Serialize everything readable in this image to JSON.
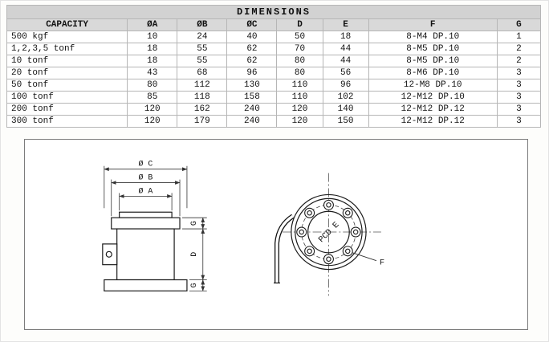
{
  "table": {
    "title": "DIMENSIONS",
    "columns": [
      "CAPACITY",
      "ØA",
      "ØB",
      "ØC",
      "D",
      "E",
      "F",
      "G"
    ],
    "rows": [
      [
        "500 kgf",
        "10",
        "24",
        "40",
        "50",
        "18",
        "8-M4 DP.10",
        "1"
      ],
      [
        "1,2,3,5 tonf",
        "18",
        "55",
        "62",
        "70",
        "44",
        "8-M5 DP.10",
        "2"
      ],
      [
        "10 tonf",
        "18",
        "55",
        "62",
        "80",
        "44",
        "8-M5 DP.10",
        "2"
      ],
      [
        "20 tonf",
        "43",
        "68",
        "96",
        "80",
        "56",
        "8-M6 DP.10",
        "3"
      ],
      [
        "50 tonf",
        "80",
        "112",
        "130",
        "110",
        "96",
        "12-M8 DP.10",
        "3"
      ],
      [
        "100 tonf",
        "85",
        "118",
        "158",
        "110",
        "102",
        "12-M12 DP.10",
        "3"
      ],
      [
        "200 tonf",
        "120",
        "162",
        "240",
        "120",
        "140",
        "12-M12 DP.12",
        "3"
      ],
      [
        "300 tonf",
        "120",
        "179",
        "240",
        "120",
        "150",
        "12-M12 DP.12",
        "3"
      ]
    ]
  },
  "drawing": {
    "labels": {
      "dia_c": "Ø C",
      "dia_b": "Ø B",
      "dia_a": "Ø A",
      "g_top": "G",
      "d_height": "D",
      "g_bottom": "G",
      "pcd": "PCD E",
      "f": "F"
    }
  }
}
